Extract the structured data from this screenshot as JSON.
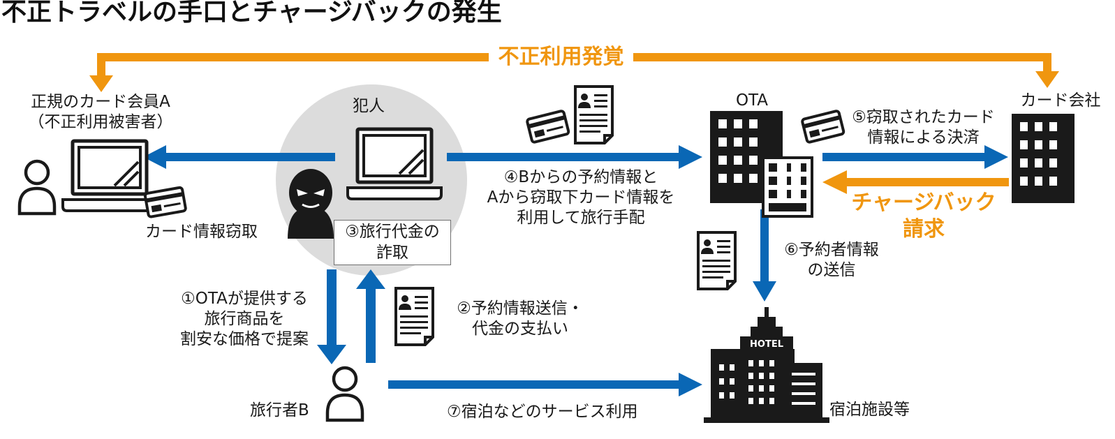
{
  "title": "不正トラベルの手口とチャージバックの発生",
  "labels": {
    "fraud_detect": "不正利用発覚",
    "member_line1": "正規のカード会員A",
    "member_line2": "（不正利用被害者）",
    "criminal": "犯人",
    "ota": "OTA",
    "card_company": "カード会社",
    "card_theft": "カード情報窃取",
    "step3_line1": "③旅行代金の",
    "step3_line2": "詐取",
    "step4_line1": "④Bからの予約情報と",
    "step4_line2": "Aから窃取下カード情報を",
    "step4_line3": "利用して旅行手配",
    "step5_line1": "⑤窃取されたカード",
    "step5_line2": "情報による決済",
    "chargeback_line1": "チャージバック",
    "chargeback_line2": "請求",
    "step6_line1": "⑥予約者情報",
    "step6_line2": "の送信",
    "step1_line1": "①OTAが提供する",
    "step1_line2": "旅行商品を",
    "step1_line3": "割安な価格で提案",
    "step2_line1": "②予約情報送信・",
    "step2_line2": "代金の支払い",
    "traveler": "旅行者B",
    "step7": "⑦宿泊などのサービス利用",
    "lodging": "宿泊施設等",
    "hotel_sign": "HOTEL"
  },
  "colors": {
    "flow_blue": "#0a67b5",
    "alert_orange": "#f0960f",
    "icon_black": "#1a1a1a",
    "criminal_bg": "#dcdcdc"
  }
}
